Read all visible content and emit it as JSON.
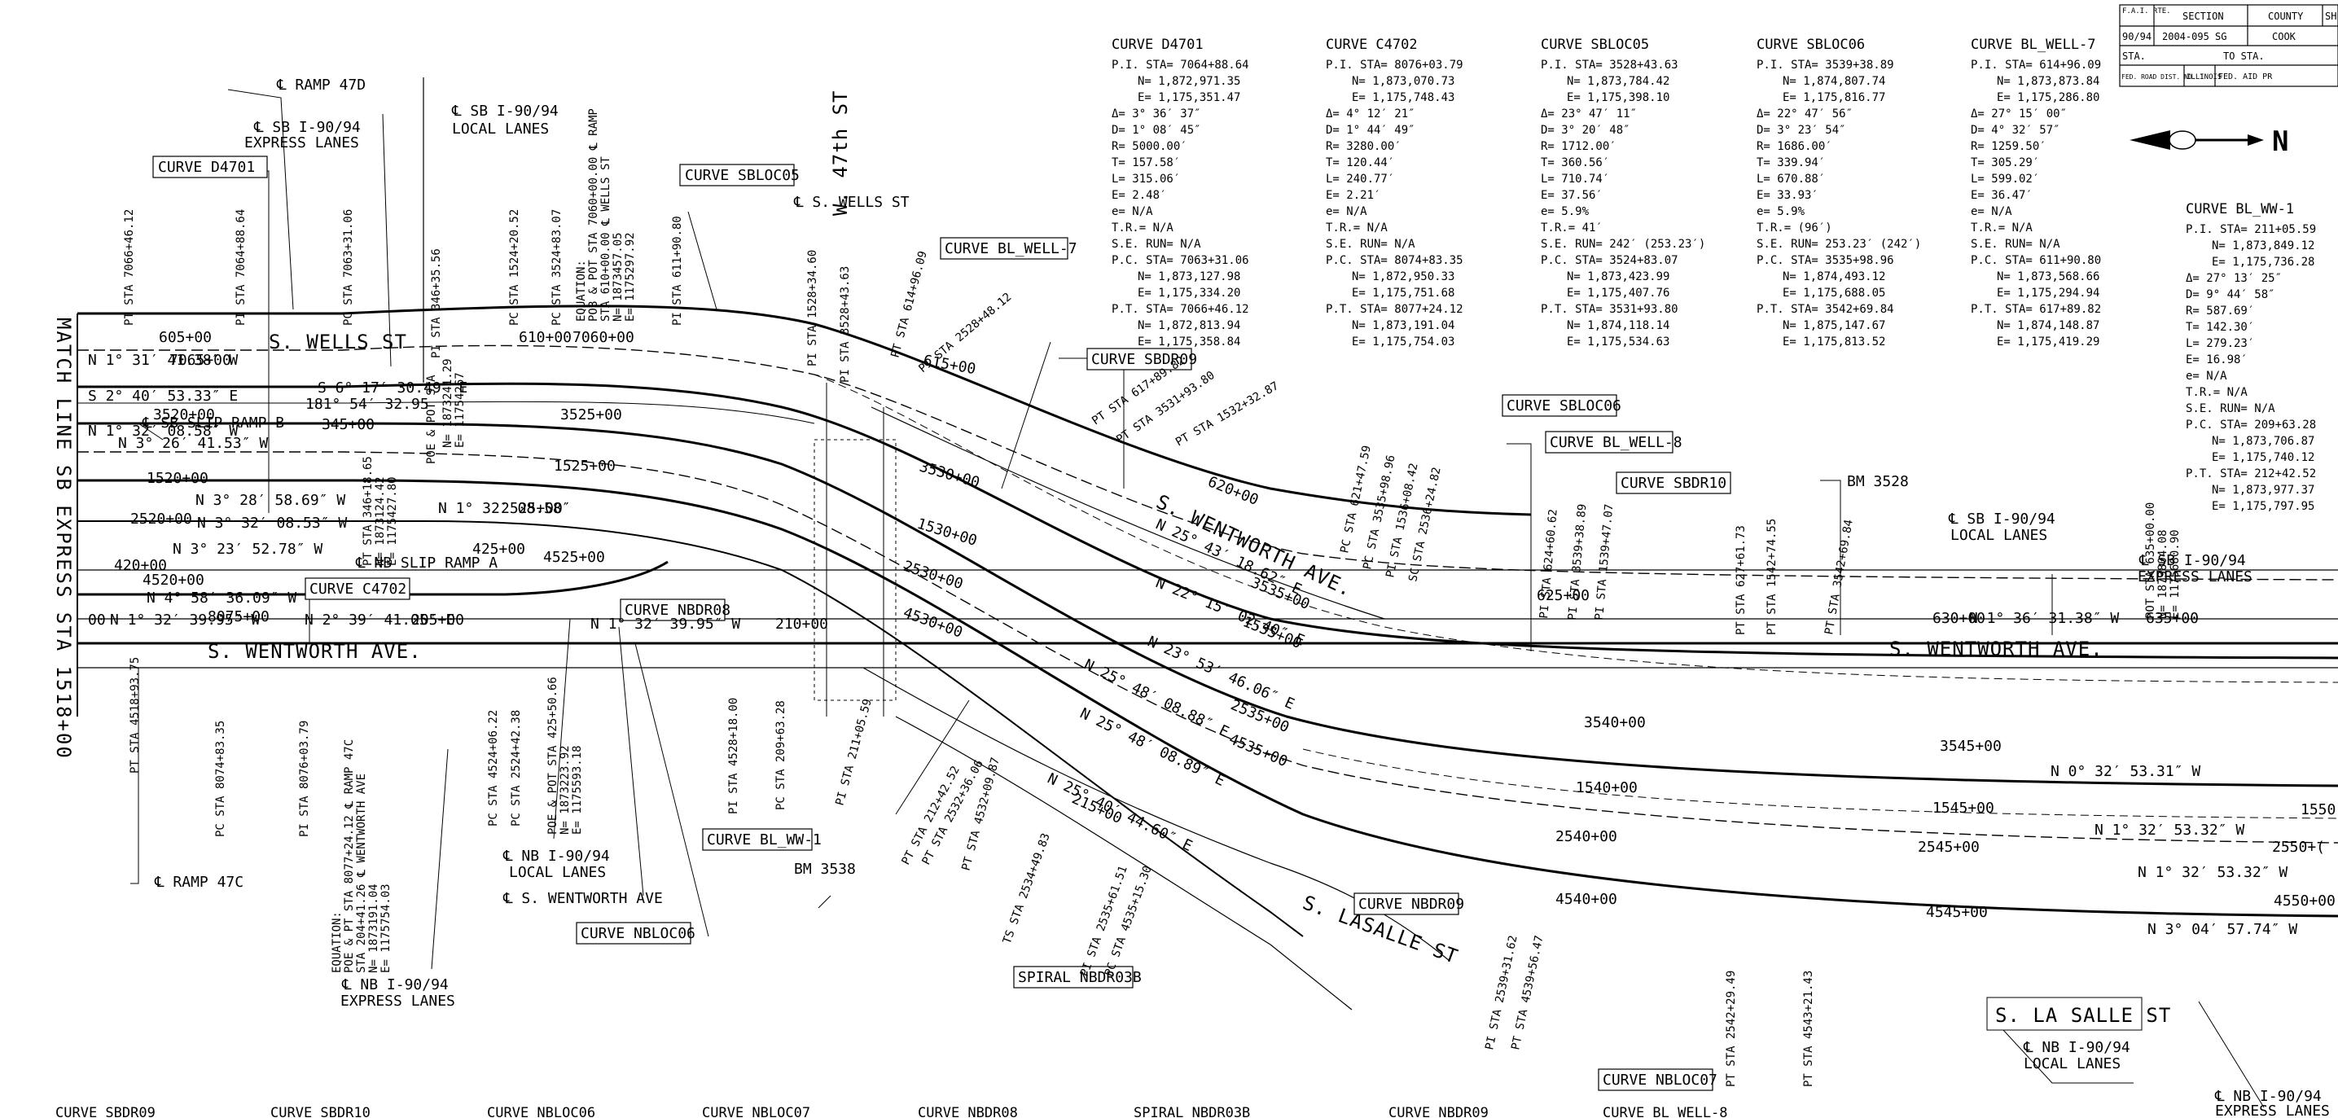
{
  "curves": [
    {
      "title": "CURVE D4701",
      "lines": [
        "P.I. STA= 7064+88.64",
        "N= 1,872,971.35",
        "E= 1,175,351.47",
        "Δ= 3° 36′ 37″",
        "D= 1° 08′ 45″",
        "R= 5000.00′",
        "T= 157.58′",
        "L= 315.06′",
        "E= 2.48′",
        "e= N/A",
        "T.R.= N/A",
        "S.E. RUN= N/A",
        "P.C. STA= 7063+31.06",
        "N= 1,873,127.98",
        "E= 1,175,334.20",
        "P.T. STA= 7066+46.12",
        "N= 1,872,813.94",
        "E= 1,175,358.84"
      ]
    },
    {
      "title": "CURVE C4702",
      "lines": [
        "P.I. STA= 8076+03.79",
        "N= 1,873,070.73",
        "E= 1,175,748.43",
        "Δ= 4° 12′ 21″",
        "D= 1° 44′ 49″",
        "R= 3280.00′",
        "T= 120.44′",
        "L= 240.77′",
        "E= 2.21′",
        "e= N/A",
        "T.R.= N/A",
        "S.E. RUN= N/A",
        "P.C. STA= 8074+83.35",
        "N= 1,872,950.33",
        "E= 1,175,751.68",
        "P.T. STA= 8077+24.12",
        "N= 1,873,191.04",
        "E= 1,175,754.03"
      ]
    },
    {
      "title": "CURVE SBLOC05",
      "lines": [
        "P.I. STA= 3528+43.63",
        "N= 1,873,784.42",
        "E= 1,175,398.10",
        "Δ= 23° 47′ 11″",
        "D= 3° 20′ 48″",
        "R= 1712.00′",
        "T= 360.56′",
        "L= 710.74′",
        "E= 37.56′",
        "e= 5.9%",
        "T.R.= 41′",
        "S.E. RUN= 242′ (253.23′)",
        "P.C. STA= 3524+83.07",
        "N= 1,873,423.99",
        "E= 1,175,407.76",
        "P.T. STA= 3531+93.80",
        "N= 1,874,118.14",
        "E= 1,175,534.63"
      ]
    },
    {
      "title": "CURVE SBLOC06",
      "lines": [
        "P.I. STA= 3539+38.89",
        "N= 1,874,807.74",
        "E= 1,175,816.77",
        "Δ= 22° 47′ 56″",
        "D= 3° 23′ 54″",
        "R= 1686.00′",
        "T= 339.94′",
        "L= 670.88′",
        "E= 33.93′",
        "e= 5.9%",
        "T.R.= (96′)",
        "S.E. RUN= 253.23′ (242′)",
        "P.C. STA= 3535+98.96",
        "N= 1,874,493.12",
        "E= 1,175,688.05",
        "P.T. STA= 3542+69.84",
        "N= 1,875,147.67",
        "E= 1,175,813.52"
      ]
    },
    {
      "title": "CURVE BL_WELL-7",
      "lines": [
        "P.I. STA= 614+96.09",
        "N= 1,873,873.84",
        "E= 1,175,286.80",
        "Δ= 27° 15′ 00″",
        "D= 4° 32′ 57″",
        "R= 1259.50′",
        "T= 305.29′",
        "L= 599.02′",
        "E= 36.47′",
        "e= N/A",
        "T.R.= N/A",
        "S.E. RUN= N/A",
        "P.C. STA= 611+90.80",
        "N= 1,873,568.66",
        "E= 1,175,294.94",
        "P.T. STA= 617+89.82",
        "N= 1,874,148.87",
        "E= 1,175,419.29"
      ]
    },
    {
      "title": "CURVE BL_WW-1",
      "lines": [
        "P.I. STA= 211+05.59",
        "N= 1,873,849.12",
        "E= 1,175,736.28",
        "Δ= 27° 13′ 25″",
        "D= 9° 44′ 58″",
        "R= 587.69′",
        "T= 142.30′",
        "L= 279.23′",
        "E= 16.98′",
        "e= N/A",
        "T.R.= N/A",
        "S.E. RUN= N/A",
        "P.C. STA= 209+63.28",
        "N= 1,873,706.87",
        "E= 1,175,740.12",
        "P.T. STA= 212+42.52",
        "N= 1,873,977.37",
        "E= 1,175,797.95"
      ]
    }
  ],
  "title_block": {
    "r1": [
      "F.A.I. RTE.",
      "SECTION",
      "COUNTY",
      "SH"
    ],
    "r2": [
      "90/94",
      "2004-095 SG",
      "COOK"
    ],
    "r3": [
      "STA.",
      "TO STA."
    ],
    "r4": [
      "FED. ROAD DIST. NO. 1",
      "ILLINOIS",
      "FED. AID PR"
    ]
  },
  "north_arrow": "N",
  "streets": {
    "wells_1": "S. WELLS ST",
    "wells_2": "S. WELLS ST",
    "wentworth_1": "S. WENTWORTH AVE.",
    "wentworth_2": "S. WENTWORTH AVE.",
    "wentworth_3": "S. WENTWORTH AVE.",
    "lasalle_1": "S. LASALLE ST",
    "lasalle_2": "S. LA SALLE ST",
    "st47": "W. 47th ST"
  },
  "match_line": "MATCH LINE SB EXPRESS STA 1518+00",
  "curve_tags": [
    "CURVE D4701",
    "CURVE SBLOC05",
    "CURVE BL_WELL-7",
    "CURVE SBDR09",
    "CURVE SBLOC06",
    "CURVE BL_WELL-8",
    "CURVE SBDR10",
    "CURVE C4702",
    "CURVE NBDR08",
    "CURVE BL_WW-1",
    "CURVE NBLOC06",
    "CURVE NBDR09",
    "SPIRAL NBDR03B",
    "CURVE NBLOC07"
  ],
  "callouts": {
    "ramp47d": "℄ RAMP 47D",
    "sbexp": "℄ SB I-90/94",
    "sbexp2": "EXPRESS LANES",
    "sbloc": "℄ SB I-90/94",
    "sbloc2": "LOCAL LANES",
    "wells_cl": "℄ S. WELLS ST",
    "sbslipb": "℄ SB SLIP RAMP B",
    "nbslipa": "℄ NB SLIP RAMP A",
    "bm3538": "BM 3538",
    "bm3528": "BM 3528",
    "sbloc_r": "℄ SB I-90/94",
    "sbloc_r2": "LOCAL LANES",
    "sbexp_r": "℄ SB I-90/94",
    "sbexp_r2": "EXPRESS LANES",
    "ramp47c": "℄ RAMP 47C",
    "nbloc": "℄ NB I-90/94",
    "nbloc2": "LOCAL LANES",
    "wentworth_cl": "℄ S. WENTWORTH AVE",
    "nbexp": "℄ NB I-90/94",
    "nbexp2": "EXPRESS LANES",
    "nbloc_r": "℄ NB I-90/94",
    "nbloc_r2": "LOCAL LANES",
    "nbexp_r": "℄ NB I-90/94",
    "nbexp_r2": "EXPRESS LANES"
  },
  "stations": {
    "s605": "605+00",
    "s7065": "7065+00",
    "s610": "610+00",
    "s7060": "7060+00",
    "s615": "615+00",
    "s3520": "3520+00",
    "s345": "345+00",
    "s3525": "3525+00",
    "s1520": "1520+00",
    "s1525": "1525+00",
    "s2520": "2520+00",
    "s2525": "2525+00",
    "s420": "420+00",
    "s425": "425+00",
    "s4520": "4520+00",
    "s4525": "4525+00",
    "s8075": "8075+00",
    "s205": "205+00",
    "s210": "210+00",
    "s3530": "3530+00",
    "s1530": "1530+00",
    "s2530": "2530+00",
    "s4530": "4530+00",
    "s620": "620+00",
    "s3535": "3535+00",
    "s1535": "1535+00",
    "s2535": "2535+00",
    "s4535": "4535+00",
    "s215": "215+00",
    "s625": "625+00",
    "s3540": "3540+00",
    "s1540": "1540+00",
    "s2540": "2540+00",
    "s4540": "4540+00",
    "s630": "630+00",
    "s635": "635+00",
    "s3545": "3545+00",
    "s1545": "1545+00",
    "s1550": "1550",
    "s2545": "2545+00",
    "s2550": "2550+(",
    "s4545": "4545+00",
    "s4550": "4550+00",
    "s00": "00"
  },
  "bearings": {
    "b1": "N 1° 31′ 41.38″ W",
    "b2": "S 2° 40′ 53.33″ E",
    "b3": "S 6° 17′ 30.49″ E",
    "b4": "181° 54′ 32.95",
    "b5": "N 1° 32′ 08.58″ W",
    "b6": "N 3° 26′ 41.53″ W",
    "b7": "N 3° 28′ 58.69″ W",
    "b8": "N 3° 32′ 08.53″ W",
    "b9": "N 1° 32′ 08.58″",
    "b10": "N 3° 23′ 52.78″ W",
    "b11": "N 4° 58′ 36.09″ W",
    "b12": "N 1° 32′ 39.95″ W",
    "b13": "N 2° 39′ 41.05″ E",
    "b14": "N 1° 32′ 39.95″ W",
    "b15": "N 25° 43′ 18.62″ E",
    "b16": "N 22° 15′ 02.40″ E",
    "b17": "N 23° 53′ 46.06″ E",
    "b18": "N 25° 48′ 08.88″ E",
    "b19": "N 25° 48′ 08.89″ E",
    "b20": "N 25° 40′ 44.60″ E",
    "b21": "N 1° 36′ 31.38″ W",
    "b22": "N 0° 32′ 53.31″ W",
    "b23": "N 1° 32′ 53.32″ W",
    "b24": "N 1° 32′ 53.32″ W",
    "b25": "N 3° 04′ 57.74″ W"
  },
  "vlabels": {
    "v1": "PT STA 7066+46.12",
    "v2": "PI STA 7064+88.64",
    "v3": "PC STA 7063+31.06",
    "v4": "PI STA 346+35.56",
    "v5": "PC STA 1524+20.52",
    "v6": "PC STA 3524+83.07",
    "v7": "PI STA 611+90.80",
    "v8": "PI STA 1528+34.60",
    "v9": "PI STA 3528+43.63",
    "v10": "PT STA 614+96.09",
    "v11": "PI STA 2528+48.12",
    "v12": "PT STA 617+89.82",
    "v13": "PT STA 3531+93.80",
    "v14": "PT STA 1532+32.87",
    "v15": "PC STA 621+47.59",
    "v16": "PC STA 3535+98.96",
    "v17": "PI STA 1536+08.42",
    "v18": "SC STA 2536+24.82",
    "v19": "PI STA 624+60.62",
    "v20": "PI STA 3539+38.89",
    "v21": "PI STA 1539+47.07",
    "v22": "PT STA 627+61.73",
    "v23": "PT STA 1542+74.55",
    "v24": "PT STA 3542+69.84",
    "v25": "POT STA 635+00.00",
    "v26": "PT STA 4518+93.75",
    "v27": "PC STA 8074+83.35",
    "v28": "PI STA 8076+03.79",
    "v29": "PC STA 4524+06.22",
    "v30": "PC STA 2524+42.38",
    "v31": "PI STA 4528+18.00",
    "v32": "PC STA 209+63.28",
    "v33": "PI STA 211+05.59",
    "v34": "PT STA 212+42.52",
    "v35": "PT STA 2532+36.06",
    "v36": "PT STA 4532+09.87",
    "v37": "TS STA 2534+49.83",
    "v38": "PI STA 2535+61.51",
    "v39": "PC STA 4535+15.30",
    "v40": "PI STA 2539+31.62",
    "v41": "PT STA 4539+56.47",
    "v42": "PT STA 2542+29.49",
    "v43": "PT STA 4543+21.43"
  },
  "equations": {
    "eq1a": "EQUATION:",
    "eq1b": "POB & POT STA 7060+00.00 ℄ RAMP",
    "eq1c": "STA 610+00.00 ℄ WELLS ST",
    "eq1d": "N= 1873457.05",
    "eq1e": "E= 1175297.92",
    "eq2a": "POE & POT STA",
    "eq2b": "N= 1873241.29",
    "eq2c": "E= 11754267",
    "eq3a": "PT STA 346+18.65",
    "eq3b": "N= 1873124.42",
    "eq3c": "E= 1175427.80",
    "eq4a": "EQUATION:",
    "eq4b": "POE & PT STA 8077+24.12 ℄ RAMP 47C",
    "eq4c": "STA 204+41.26 ℄ WENTWORTH AVE",
    "eq4d": "N= 1873191.04",
    "eq4e": "E= 1175754.03",
    "eq5a": "POE & POT STA 425+50.66",
    "eq5b": "N= 1873223.92",
    "eq5c": "E= 1175593.18",
    "eq6a": "N= 1873804.08",
    "eq6b": "E= 1175680.90"
  },
  "bottom_titles": [
    "CURVE SBDR09",
    "CURVE SBDR10",
    "CURVE NBLOC06",
    "CURVE NBLOC07",
    "CURVE NBDR08",
    "SPIRAL NBDR03B",
    "CURVE NBDR09",
    "CURVE BL_WELL-8"
  ]
}
